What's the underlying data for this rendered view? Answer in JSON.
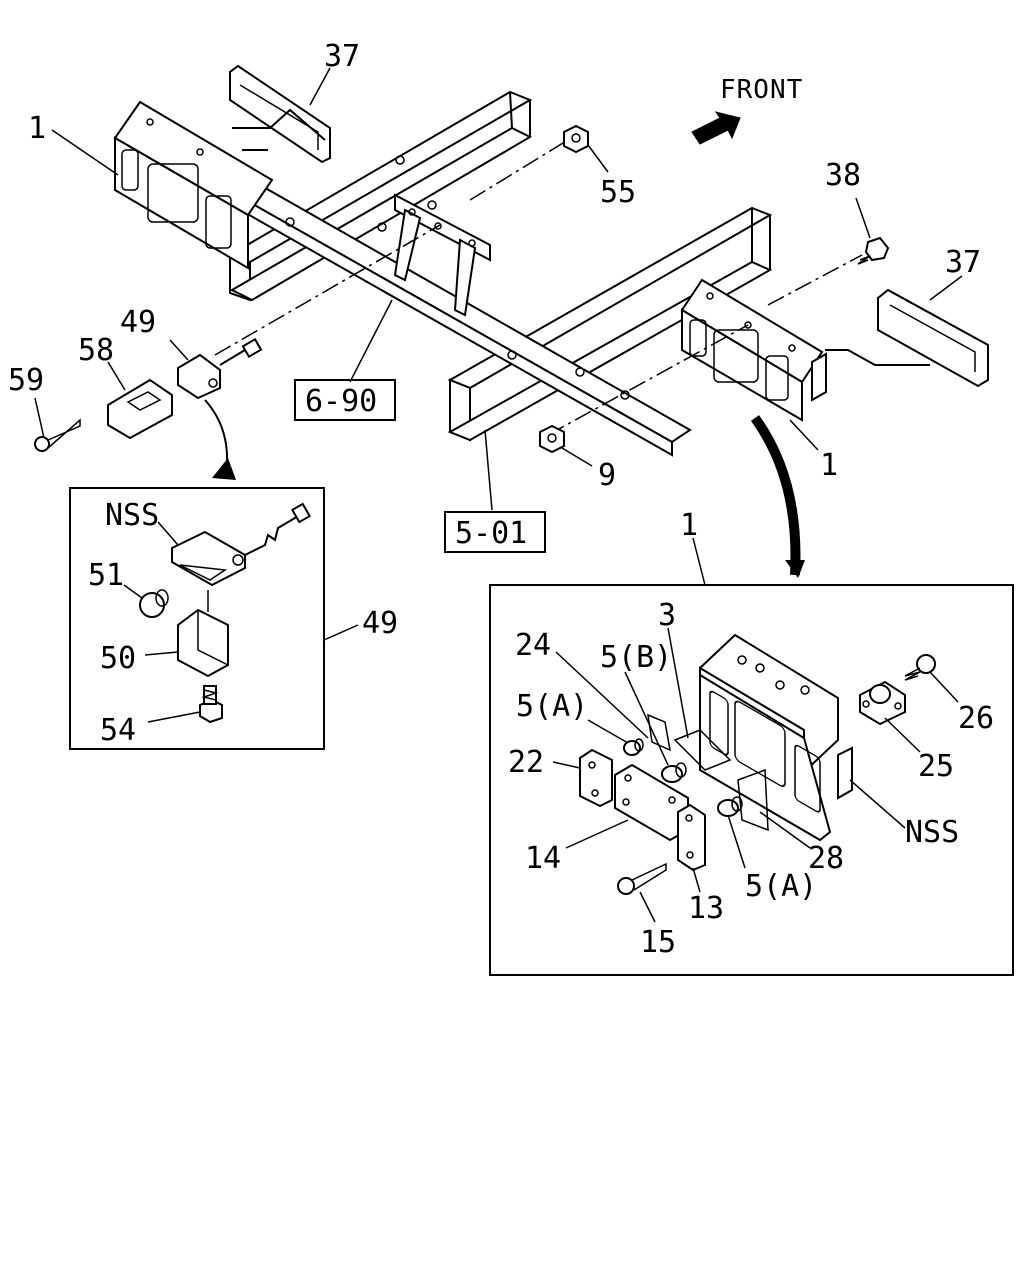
{
  "direction_label": "FRONT",
  "refs": {
    "ref_6_90": "6-90",
    "ref_5_01": "5-01"
  },
  "callouts": {
    "c1_top_left": "1",
    "c37_top": "37",
    "c55": "55",
    "c38": "38",
    "c37_right": "37",
    "c49_top": "49",
    "c58": "58",
    "c59": "59",
    "c9": "9",
    "c1_right": "1",
    "c1_detail": "1",
    "c49_detail": "49"
  },
  "detail_left": {
    "nss": "NSS",
    "p51": "51",
    "p50": "50",
    "p54": "54"
  },
  "detail_right": {
    "p3": "3",
    "p24": "24",
    "p5b": "5(B)",
    "p5a_top": "5(A)",
    "p22": "22",
    "p14": "14",
    "p13": "13",
    "p15": "15",
    "p5a_bottom": "5(A)",
    "p28": "28",
    "nss": "NSS",
    "p25": "25",
    "p26": "26"
  }
}
